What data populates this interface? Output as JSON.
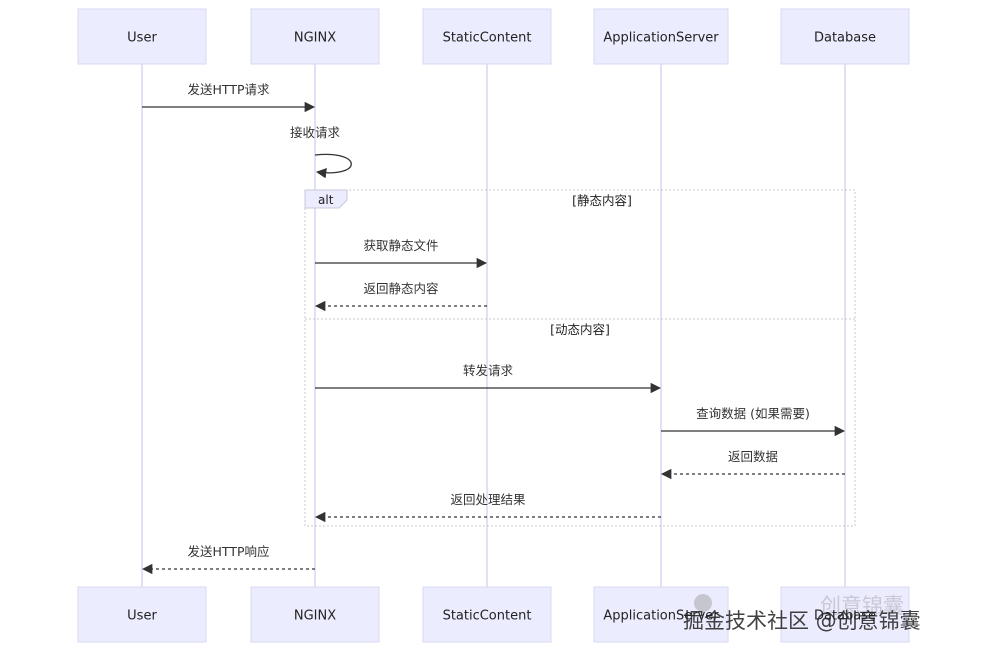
{
  "actors": [
    {
      "id": "user",
      "label": "User"
    },
    {
      "id": "nginx",
      "label": "NGINX"
    },
    {
      "id": "static",
      "label": "StaticContent"
    },
    {
      "id": "app",
      "label": "ApplicationServer"
    },
    {
      "id": "db",
      "label": "Database"
    }
  ],
  "messages": [
    {
      "from": "user",
      "to": "nginx",
      "label": "发送HTTP请求",
      "style": "solid"
    },
    {
      "from": "nginx",
      "to": "nginx",
      "label": "接收请求",
      "style": "solid"
    },
    {
      "from": "nginx",
      "to": "static",
      "label": "获取静态文件",
      "style": "solid"
    },
    {
      "from": "static",
      "to": "nginx",
      "label": "返回静态内容",
      "style": "dashed"
    },
    {
      "from": "nginx",
      "to": "app",
      "label": "转发请求",
      "style": "solid"
    },
    {
      "from": "app",
      "to": "db",
      "label": "查询数据 (如果需要)",
      "style": "solid"
    },
    {
      "from": "db",
      "to": "app",
      "label": "返回数据",
      "style": "dashed"
    },
    {
      "from": "app",
      "to": "nginx",
      "label": "返回处理结果",
      "style": "dashed"
    },
    {
      "from": "nginx",
      "to": "user",
      "label": "发送HTTP响应",
      "style": "dashed"
    }
  ],
  "alt_block": {
    "label": "alt",
    "condition_1": "[静态内容]",
    "condition_2": "[动态内容]"
  },
  "watermark": {
    "text": "掘金技术社区 @创意锦囊",
    "ghost_text": "创意锦囊"
  },
  "colors": {
    "actor_fill": "#ececff",
    "actor_stroke": "#d7d7f3",
    "lifeline": "#cfcff0",
    "arrow": "#333333"
  }
}
